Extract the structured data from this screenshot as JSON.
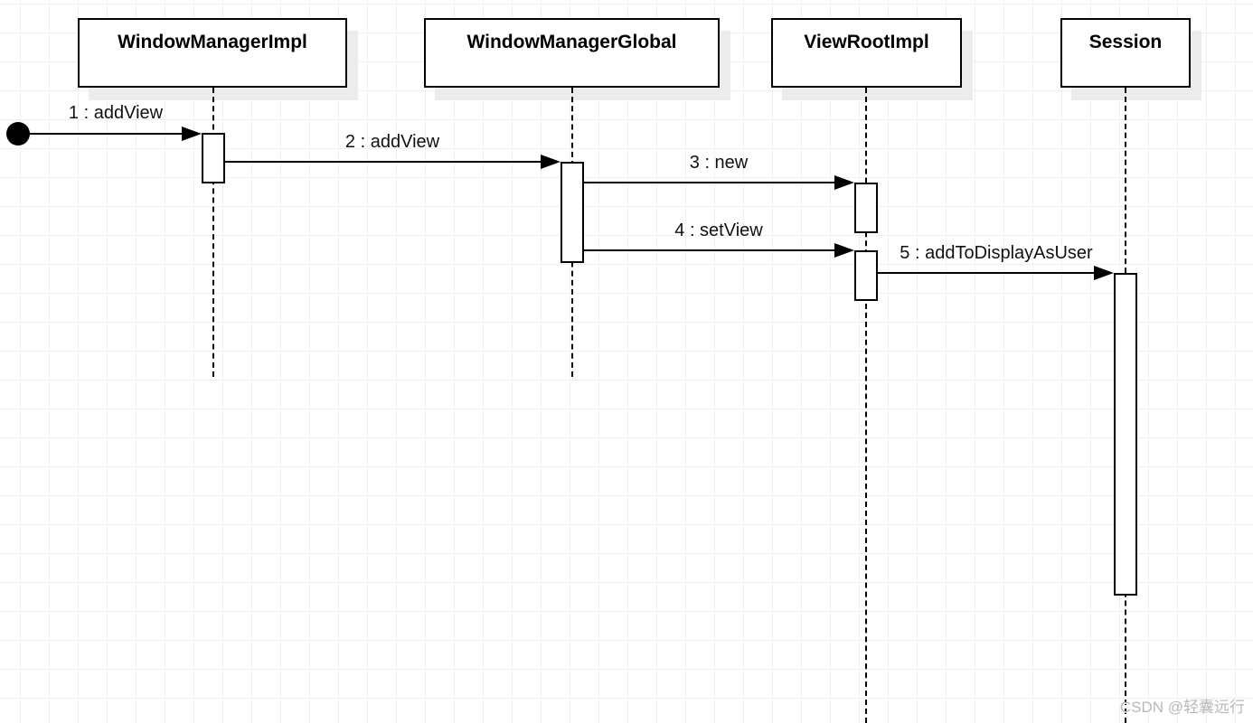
{
  "diagram": {
    "kind": "uml-sequence-diagram",
    "lifelines": [
      {
        "name": "WindowManagerImpl"
      },
      {
        "name": "WindowManagerGlobal"
      },
      {
        "name": "ViewRootImpl"
      },
      {
        "name": "Session"
      }
    ],
    "initial_node": {
      "shape": "filled-circle"
    },
    "messages": [
      {
        "label": "1 : addView",
        "from": "start",
        "to": "WindowManagerImpl"
      },
      {
        "label": "2 : addView",
        "from": "WindowManagerImpl",
        "to": "WindowManagerGlobal"
      },
      {
        "label": "3 : new",
        "from": "WindowManagerGlobal",
        "to": "ViewRootImpl"
      },
      {
        "label": "4 : setView",
        "from": "WindowManagerGlobal",
        "to": "ViewRootImpl"
      },
      {
        "label": "5 : addToDisplayAsUser",
        "from": "ViewRootImpl",
        "to": "Session"
      }
    ],
    "watermark": "CSDN @轻囊远行",
    "colors": {
      "background": "#ffffff",
      "grid": "#f0f0f0",
      "line": "#000000",
      "box_fill": "#ffffff",
      "box_border": "#000000",
      "box_shadow": "#ececec",
      "watermark": "#b9b9b9"
    }
  }
}
